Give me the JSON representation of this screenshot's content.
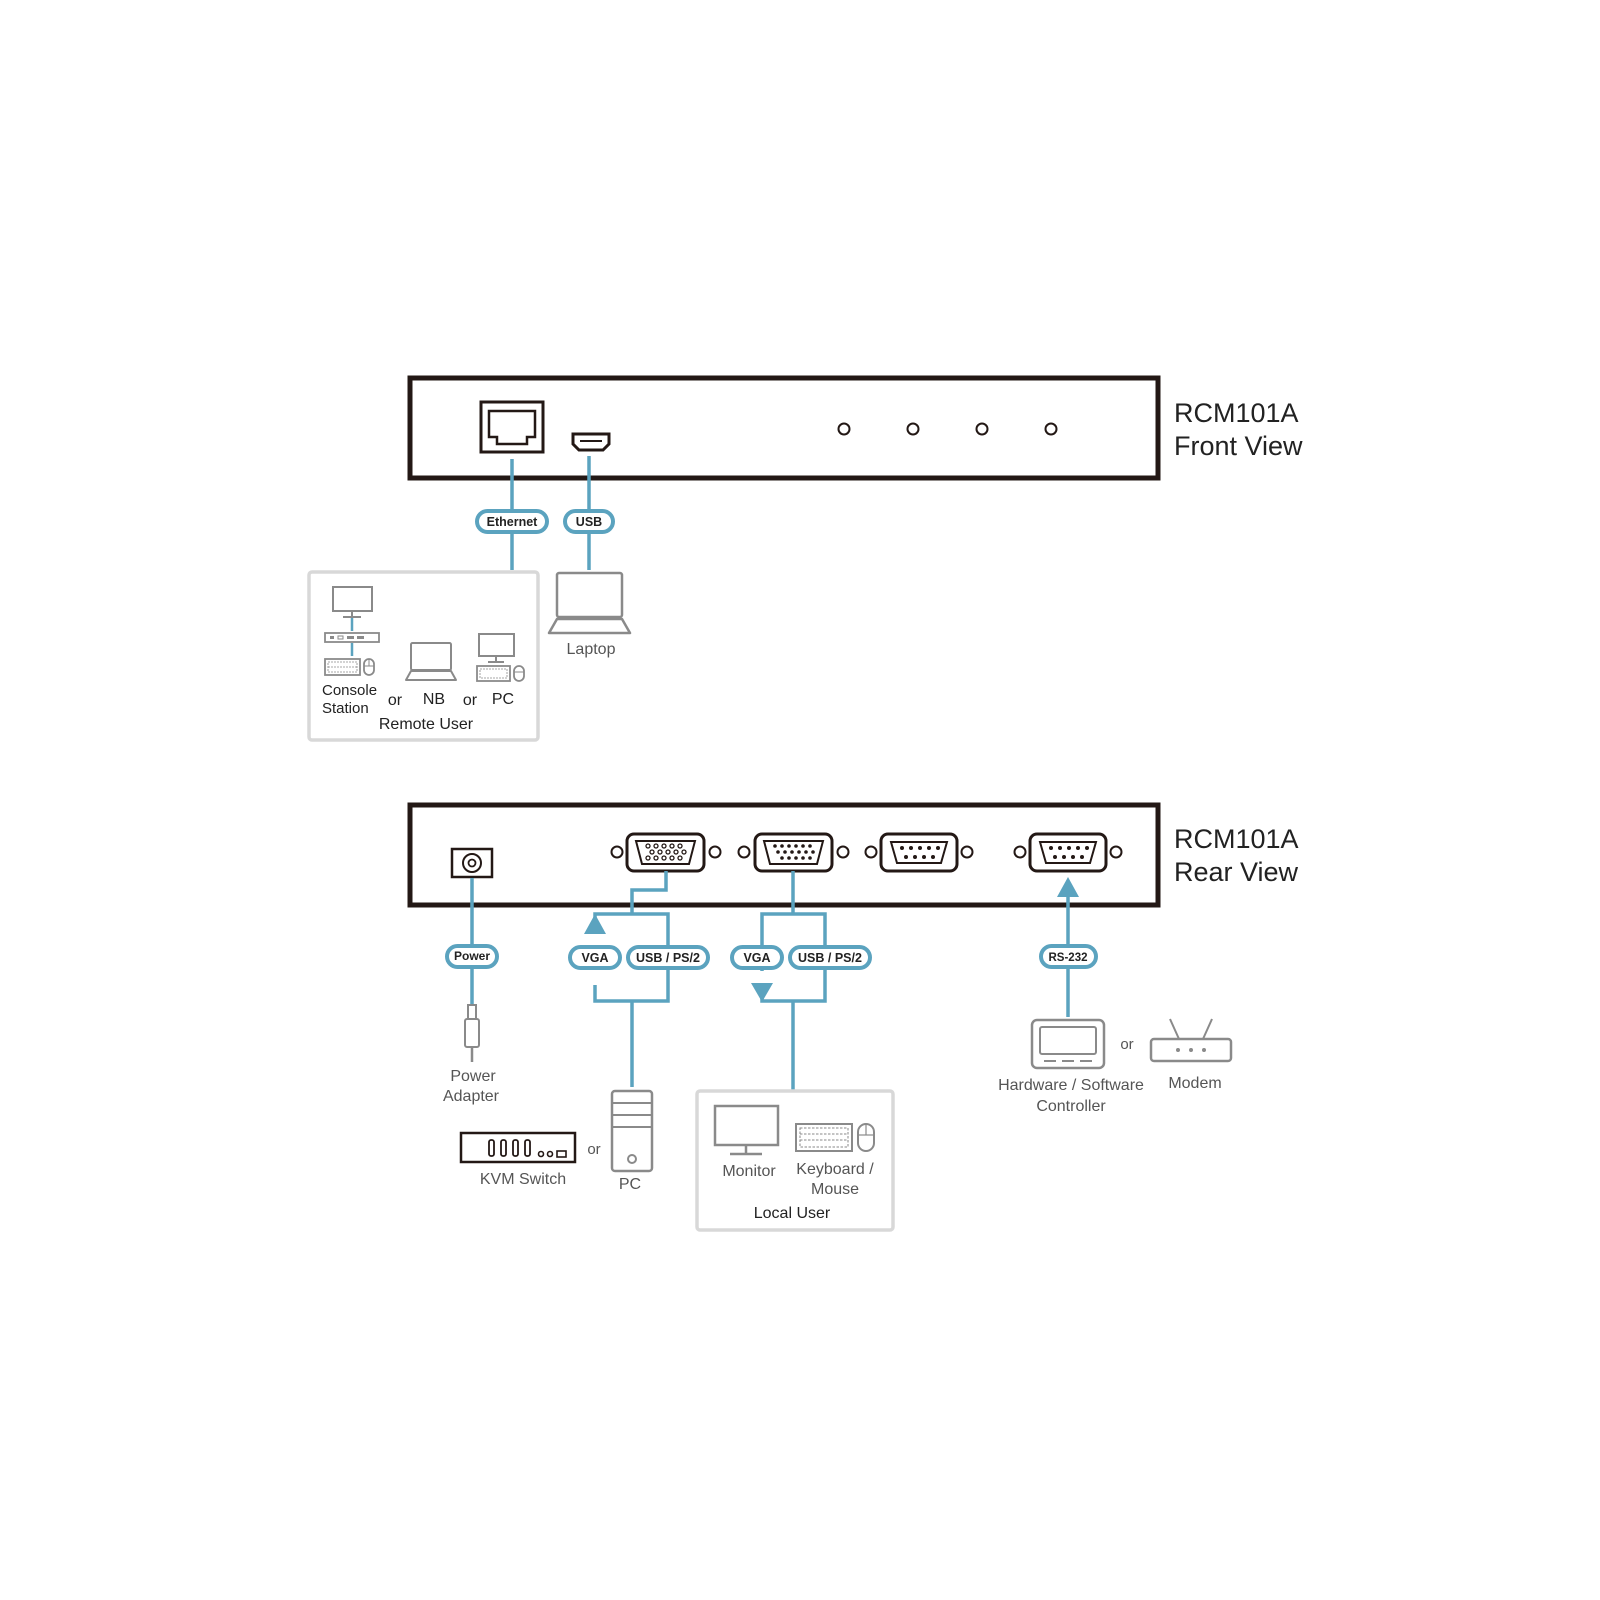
{
  "colors": {
    "cable": "#5ba3bf",
    "device_outline": "#231815",
    "icon_gray": "#8a8a8a",
    "group_box": "#d8d8d8",
    "text": "#555555"
  },
  "front_view": {
    "device_model": "RCM101A",
    "view_name": "Front View",
    "port_labels": {
      "ethernet": "Ethernet",
      "usb": "USB"
    },
    "remote_user_group": {
      "title": "Remote User",
      "console_station_line1": "Console",
      "console_station_line2": "Station",
      "or_1": "or",
      "nb": "NB",
      "or_2": "or",
      "pc": "PC"
    },
    "laptop": "Laptop",
    "led_count": 4
  },
  "rear_view": {
    "device_model": "RCM101A",
    "view_name": "Rear View",
    "port_labels": {
      "power": "Power",
      "vga_in": "VGA",
      "usb_ps2_in": "USB / PS/2",
      "vga_out": "VGA",
      "usb_ps2_out": "USB / PS/2",
      "rs232": "RS-232"
    },
    "power_adapter_line1": "Power",
    "power_adapter_line2": "Adapter",
    "kvm_switch": "KVM Switch",
    "or_kvm": "or",
    "pc": "PC",
    "local_user_group": {
      "title": "Local User",
      "monitor": "Monitor",
      "keyboard_line1": "Keyboard /",
      "keyboard_line2": "Mouse"
    },
    "controller_line1": "Hardware / Software",
    "controller_line2": "Controller",
    "or_modem": "or",
    "modem": "Modem"
  },
  "icons": [
    "rj45-port-icon",
    "usb-port-icon",
    "led-icon",
    "monitor-icon",
    "kvm-icon",
    "keyboard-icon",
    "mouse-icon",
    "laptop-icon",
    "power-jack-icon",
    "vga-port-icon",
    "db9-port-icon",
    "power-plug-icon",
    "kvm-switch-icon",
    "pc-tower-icon",
    "controller-icon",
    "modem-icon",
    "arrow-up-icon",
    "arrow-down-icon"
  ]
}
